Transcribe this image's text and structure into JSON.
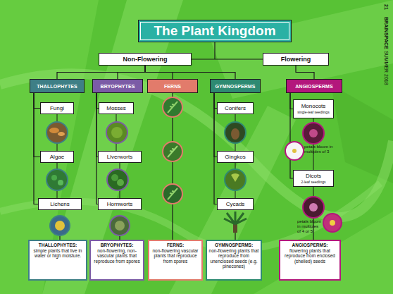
{
  "diagram": {
    "title": "The Plant Kingdom",
    "nodes": [
      {
        "text": [
          "Non-Flowering"
        ]
      },
      {
        "text": [
          "Flowering"
        ]
      },
      {
        "text": [
          "THALLOPHYTES"
        ]
      },
      {
        "text": [
          "BRYOPHYTES"
        ]
      },
      {
        "text": [
          "FERNS"
        ]
      },
      {
        "text": [
          "GYMNOSPERMS"
        ]
      },
      {
        "text": [
          "ANGIOSPERMS"
        ]
      },
      {
        "text": [
          "Fungi"
        ]
      },
      {
        "text": [
          "Mosses"
        ]
      },
      {
        "text": [
          "Conifers"
        ]
      },
      {
        "text": [
          "Monocots",
          "single-leaf seedlings"
        ]
      },
      {
        "text": [
          "Algae"
        ]
      },
      {
        "text": [
          "Liverworts"
        ]
      },
      {
        "text": [
          "Gingkos"
        ]
      },
      {
        "text": [
          "Dicots",
          "2-leaf seedlings"
        ]
      },
      {
        "text": [
          "Lichens"
        ]
      },
      {
        "text": [
          "Hornworts"
        ]
      },
      {
        "text": [
          "Cycads"
        ]
      },
      {
        "text": [
          "THALLOPHYTES:",
          "simple plants that live in water or high moisture."
        ]
      },
      {
        "text": [
          "BRYOPHYTES:",
          "non-flowering, non-vascular plants that reproduce from spores"
        ]
      },
      {
        "text": [
          "FERNS:",
          "non-flowering vascular plants that reproduce from spores"
        ]
      },
      {
        "text": [
          "GYMNOSPERMS:",
          "non-flowering plants that reproduce from unenclosed seeds (e.g. pinecones)"
        ]
      },
      {
        "text": [
          "ANGIOSPERMS:",
          "flowering plants that reproduce from enclosed (shelled) seeds"
        ]
      }
    ],
    "edges": [
      {
        "from": 0,
        "to": 2,
        "arrow": "none"
      },
      {
        "from": 0,
        "to": 3,
        "arrow": "none"
      },
      {
        "from": 0,
        "to": 4,
        "arrow": "none"
      },
      {
        "from": 0,
        "to": 5,
        "arrow": "none"
      },
      {
        "from": 1,
        "to": 6,
        "arrow": "none"
      },
      {
        "from": 2,
        "to": 7,
        "arrow": "none"
      },
      {
        "from": 2,
        "to": 11,
        "arrow": "none"
      },
      {
        "from": 2,
        "to": 15,
        "arrow": "none"
      },
      {
        "from": 3,
        "to": 8,
        "arrow": "none"
      },
      {
        "from": 3,
        "to": 12,
        "arrow": "none"
      },
      {
        "from": 3,
        "to": 16,
        "arrow": "none"
      },
      {
        "from": 5,
        "to": 9,
        "arrow": "none"
      },
      {
        "from": 5,
        "to": 13,
        "arrow": "none"
      },
      {
        "from": 5,
        "to": 17,
        "arrow": "none"
      },
      {
        "from": 6,
        "to": 10,
        "arrow": "none"
      },
      {
        "from": 6,
        "to": 14,
        "arrow": "none"
      }
    ],
    "labels": [
      "petals bloom in multiples of 3",
      "petals bloom in multiples of 4 or 5",
      "21",
      "BRAINSPACE",
      "SUMMER 2018"
    ]
  }
}
